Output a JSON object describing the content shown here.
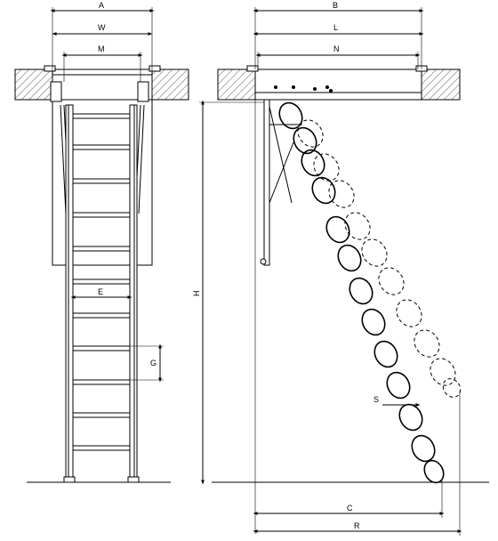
{
  "front_view": {
    "dims": {
      "A": "A",
      "W": "W",
      "M": "M",
      "E": "E",
      "G": "G"
    }
  },
  "side_view": {
    "dims": {
      "B": "B",
      "L": "L",
      "N": "N",
      "H": "H",
      "S": "S",
      "C": "C",
      "R": "R"
    }
  }
}
